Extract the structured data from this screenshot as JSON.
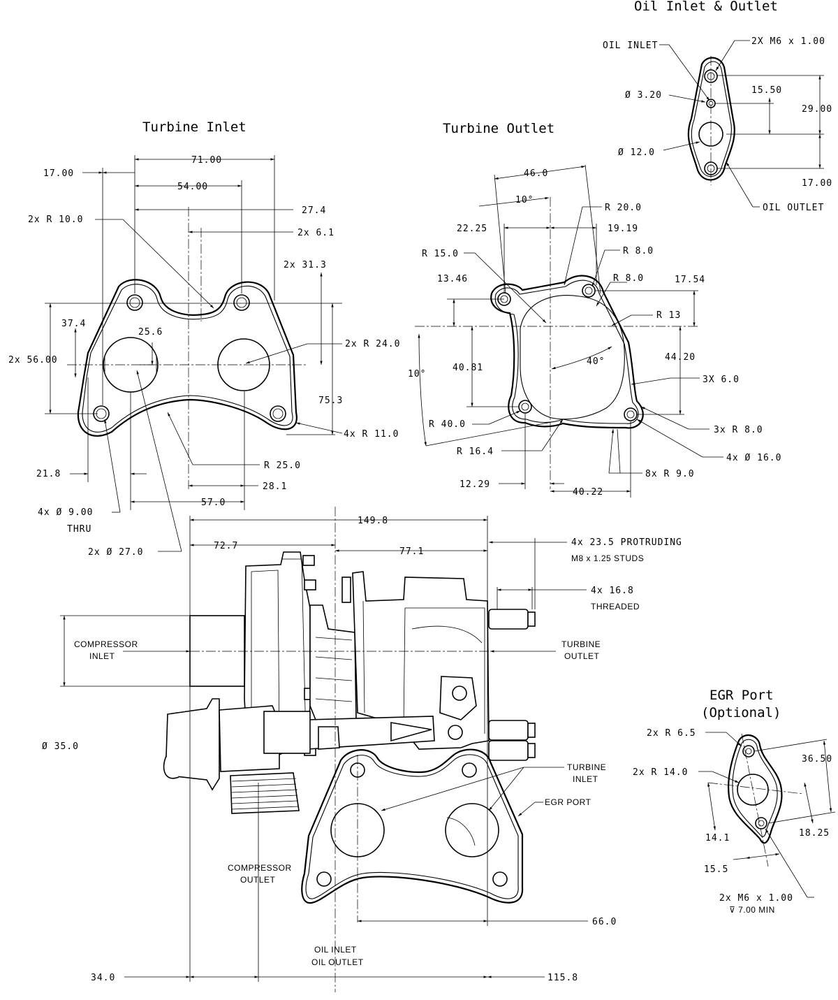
{
  "titles": {
    "oil": "Oil Inlet & Outlet",
    "turbine_inlet": "Turbine Inlet",
    "turbine_outlet": "Turbine Outlet",
    "egr_line1": "EGR Port",
    "egr_line2": "(Optional)"
  },
  "oil_view": {
    "oil_inlet": "OIL INLET",
    "bolt": "2X M6 x 1.00",
    "spacing": "15.50",
    "small_dia": "Ø 3.20",
    "height": "29.00",
    "large_dia": "Ø 12.0",
    "offset": "17.00",
    "oil_outlet": "OIL OUTLET"
  },
  "turbine_inlet_view": {
    "d_17": "17.00",
    "d_71": "71.00",
    "d_54": "54.00",
    "d_27_4": "27.4",
    "r10": "2x  R 10.0",
    "d_6_1": "2x  6.1",
    "d_31_3": "2x  31.3",
    "d_37_4": "37.4",
    "d_25_6": "25.6",
    "r24": "2x  R 24.0",
    "d_56": "2x  56.00",
    "d_75_3": "75.3",
    "r11": "4x  R 11.0",
    "r25": "R 25.0",
    "d_21_8": "21.8",
    "d_28_1": "28.1",
    "d_57": "57.0",
    "holes": "4x  Ø 9.00",
    "thru": "THRU",
    "ports": "2x  Ø 27.0"
  },
  "turbine_outlet_view": {
    "d_46": "46.0",
    "a_10_top": "10°",
    "r20": "R 20.0",
    "d_22_25": "22.25",
    "d_19_19": "19.19",
    "r15": "R 15.0",
    "r8_a": "R 8.0",
    "d_13_46": "13.46",
    "r8_b": "R 8.0",
    "d_17_54": "17.54",
    "r13": "R 13",
    "d_40_81": "40.81",
    "a_40": "40°",
    "d_44_20": "44.20",
    "a_10_left": "10°",
    "d_3x6": "3X  6.0",
    "r40": "R 40.0",
    "r8_3x": "3x  R 8.0",
    "r16_4": "R 16.4",
    "dia16": "4x  Ø 16.0",
    "r9": "8x  R 9.0",
    "d_12_29": "12.29",
    "d_40_22": "40.22"
  },
  "assembly_view": {
    "d_149_8": "149.8",
    "d_72_7": "72.7",
    "d_77_1": "77.1",
    "studs_1": "4x  23.5  PROTRUDING",
    "studs_2": "M8 x 1.25  STUDS",
    "threaded_1": "4x  16.8",
    "threaded_2": "THREADED",
    "comp_inlet_1": "COMPRESSOR",
    "comp_inlet_2": "INLET",
    "turb_outlet_1": "TURBINE",
    "turb_outlet_2": "OUTLET",
    "dia35": "Ø 35.0",
    "turb_inlet_1": "TURBINE",
    "turb_inlet_2": "INLET",
    "egr_port": "EGR PORT",
    "comp_outlet_1": "COMPRESSOR",
    "comp_outlet_2": "OUTLET",
    "d_66": "66.0",
    "oil_1": "OIL INLET",
    "oil_2": "OIL OUTLET",
    "d_34": "34.0",
    "d_115_8": "115.8"
  },
  "egr_view": {
    "r6_5": "2x  R 6.5",
    "d_36_50": "36.50",
    "r14": "2x  R 14.0",
    "d_14_1": "14.1",
    "d_18_25": "18.25",
    "d_15_5": "15.5",
    "bolt": "2x  M6 x 1.00",
    "depth": "⊽ 7.00 MIN"
  }
}
